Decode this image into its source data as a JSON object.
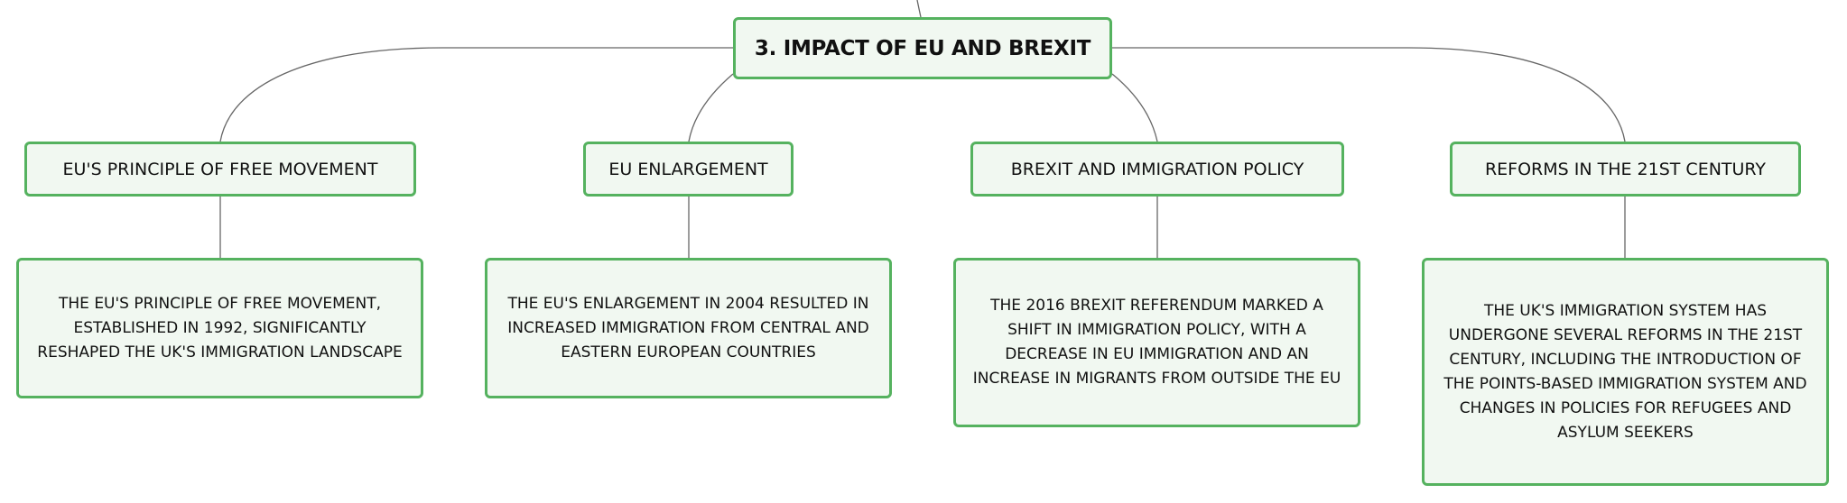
{
  "diagram": {
    "root": {
      "label": "3. IMPACT OF EU AND BREXIT"
    },
    "branches": [
      {
        "topic": "EU'S PRINCIPLE OF FREE MOVEMENT",
        "detail": "THE EU'S PRINCIPLE OF FREE MOVEMENT, ESTABLISHED IN 1992, SIGNIFICANTLY RESHAPED THE UK'S IMMIGRATION LANDSCAPE"
      },
      {
        "topic": "EU ENLARGEMENT",
        "detail": "THE EU'S ENLARGEMENT IN 2004 RESULTED IN INCREASED IMMIGRATION FROM CENTRAL AND EASTERN EUROPEAN COUNTRIES"
      },
      {
        "topic": "BREXIT AND IMMIGRATION POLICY",
        "detail": "THE 2016 BREXIT REFERENDUM MARKED A SHIFT IN IMMIGRATION POLICY, WITH A DECREASE IN EU IMMIGRATION AND AN INCREASE IN MIGRANTS FROM OUTSIDE THE EU"
      },
      {
        "topic": "REFORMS IN THE 21ST CENTURY",
        "detail": "THE UK'S IMMIGRATION SYSTEM HAS UNDERGONE SEVERAL REFORMS IN THE 21ST CENTURY, INCLUDING THE INTRODUCTION OF THE POINTS-BASED IMMIGRATION SYSTEM AND CHANGES IN POLICIES FOR REFUGEES AND ASYLUM SEEKERS"
      }
    ],
    "colors": {
      "node_border": "#55b25f",
      "node_fill": "#f1f8f1",
      "connector": "#666666"
    }
  }
}
